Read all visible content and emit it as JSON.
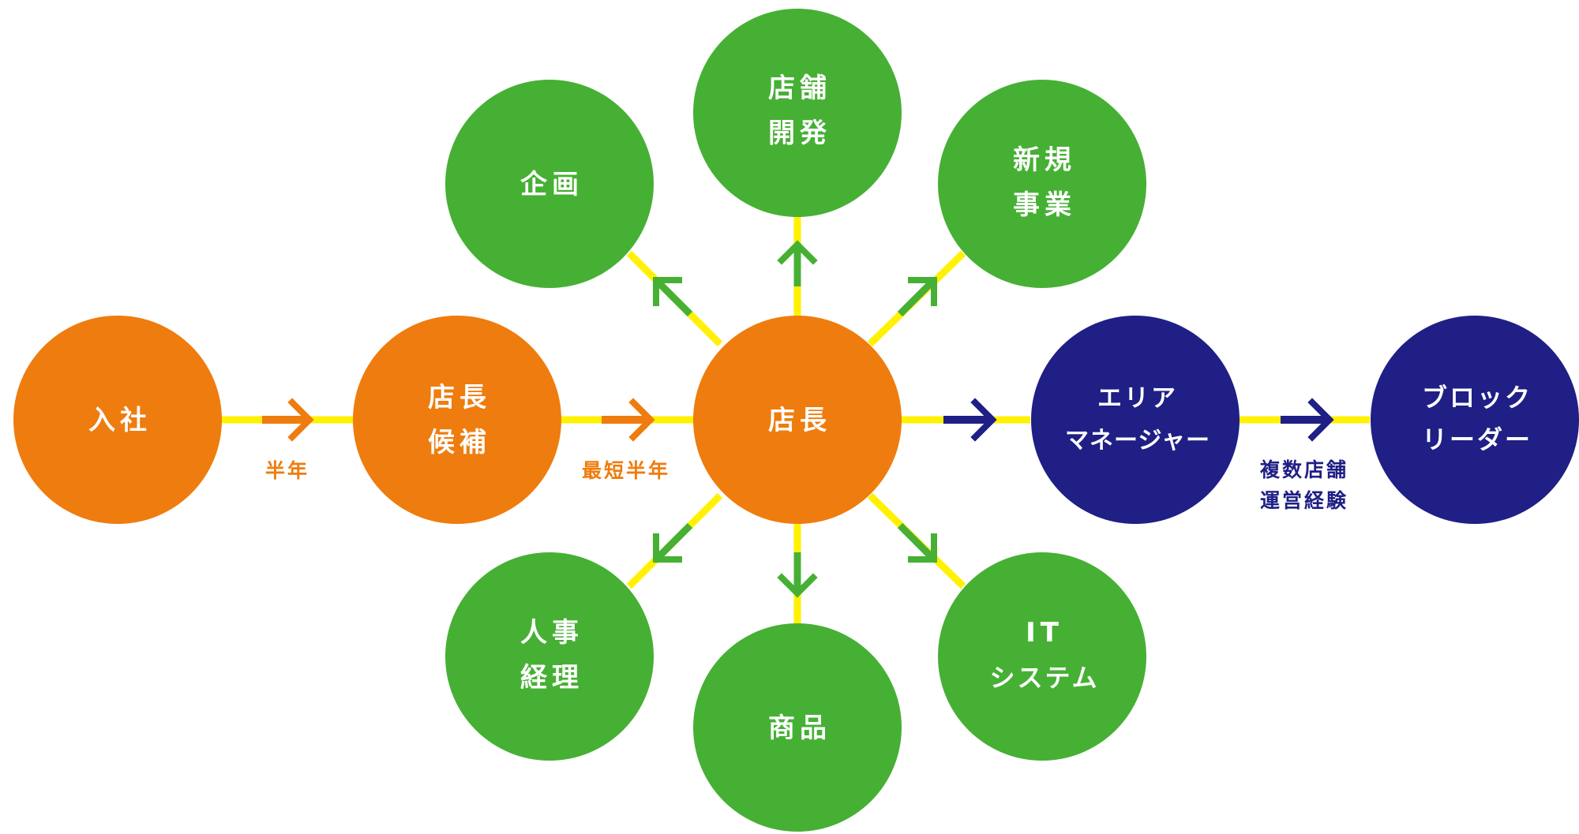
{
  "colors": {
    "orange": "#ef7c0e",
    "green": "#46b034",
    "navy": "#1f1f86",
    "yellow": "#fff100",
    "white": "#ffffff"
  },
  "nodes": {
    "nyusha": {
      "lines": [
        "入社"
      ],
      "color": "orange"
    },
    "tencho_kouho": {
      "lines": [
        "店長",
        "候補"
      ],
      "color": "orange"
    },
    "tencho": {
      "lines": [
        "店長"
      ],
      "color": "orange"
    },
    "area_manager": {
      "lines": [
        "エリア",
        "マネージャー"
      ],
      "color": "navy"
    },
    "block_leader": {
      "lines": [
        "ブロック",
        "リーダー"
      ],
      "color": "navy"
    },
    "kikaku": {
      "lines": [
        "企画"
      ],
      "color": "green"
    },
    "tenpo_kaihatsu": {
      "lines": [
        "店舗",
        "開発"
      ],
      "color": "green"
    },
    "shinki_jigyo": {
      "lines": [
        "新規",
        "事業"
      ],
      "color": "green"
    },
    "jinji_keiri": {
      "lines": [
        "人事",
        "経理"
      ],
      "color": "green"
    },
    "shohin": {
      "lines": [
        "商品"
      ],
      "color": "green"
    },
    "it_system": {
      "lines": [
        "IT",
        "システム"
      ],
      "color": "green"
    }
  },
  "edge_labels": {
    "first": [
      "半年"
    ],
    "second": [
      "最短半年"
    ],
    "fourth": [
      "複数店舗",
      "運営経験"
    ]
  }
}
